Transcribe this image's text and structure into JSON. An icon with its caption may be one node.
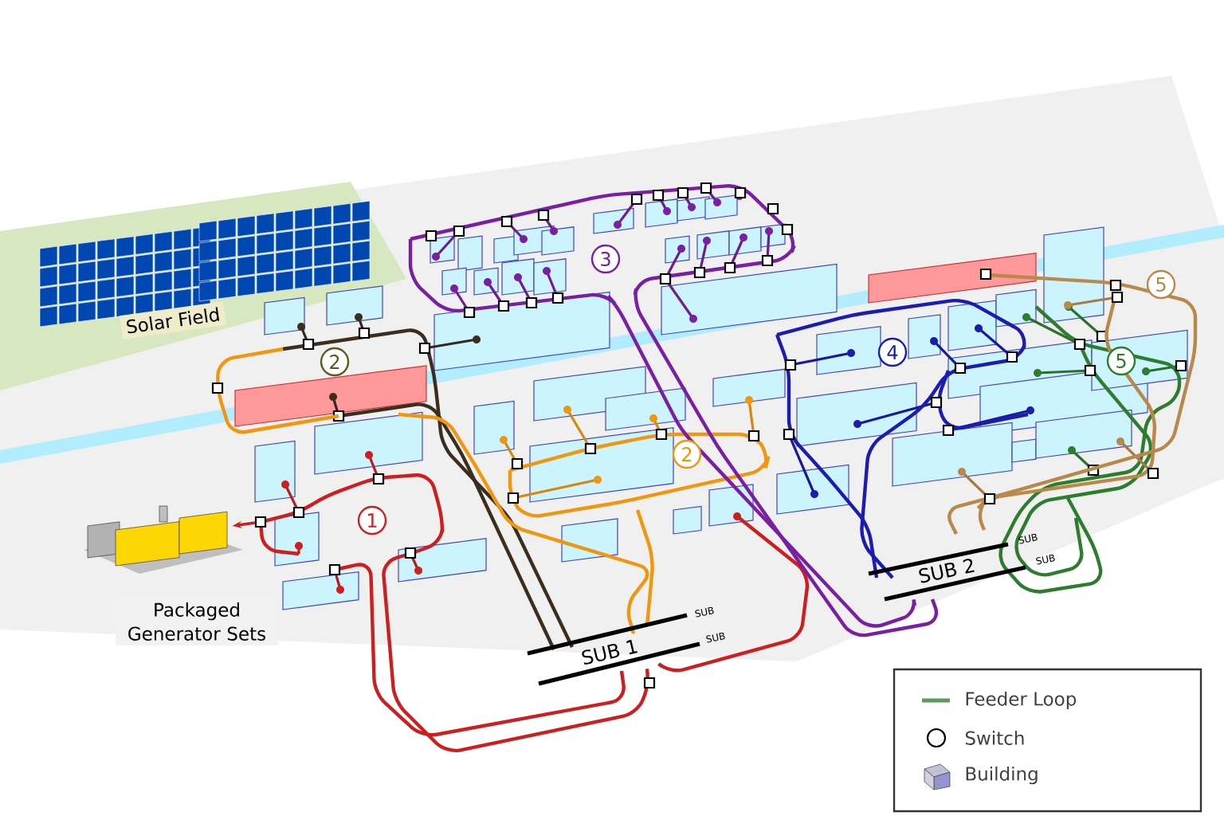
{
  "diagram": {
    "nodes": [
      {
        "text": [],
        "shape": "picture"
      },
      {
        "text": [],
        "shape": "box"
      }
    ],
    "edges": [
      {
        "from": 1,
        "to": 0,
        "arrow": "to",
        "color": "#cc1f1f"
      }
    ],
    "labels": [
      "3",
      "5",
      "Solar Field",
      "2",
      "4",
      "5",
      "2",
      "1",
      "SUB",
      "SUB",
      "SUB 2",
      "SUB",
      "Packaged Generator Sets",
      "SUB",
      "SUB 1"
    ],
    "legend": [
      {
        "text": "Feeder Loop"
      },
      {
        "text": "Switch"
      },
      {
        "text": "Building"
      }
    ]
  }
}
